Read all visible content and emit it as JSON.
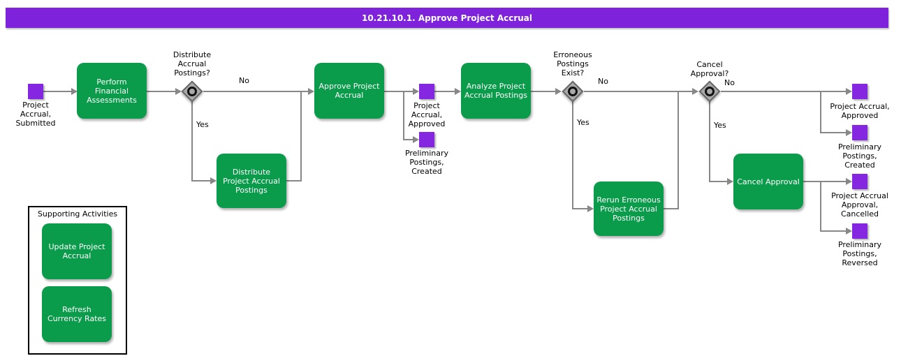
{
  "banner": {
    "title": "10.21.10.1. Approve Project Accrual"
  },
  "colors": {
    "banner_purple": "#7E22DC",
    "event_purple": "#8527E0",
    "task_green": "#0A9B4B",
    "connector_gray": "#878787",
    "gateway_gray": "#A9A9A9"
  },
  "edge_labels": {
    "yes": "Yes",
    "no": "No"
  },
  "nodes": {
    "start_event": {
      "label": "Project\nAccrual,\nSubmitted"
    },
    "task_perform": {
      "label": "Perform\nFinancial\nAssessments"
    },
    "gateway_distribute": {
      "question": "Distribute\nAccrual\nPostings?"
    },
    "task_distribute": {
      "label": "Distribute\nProject Accrual\nPostings"
    },
    "task_approve": {
      "label": "Approve Project\nAccrual"
    },
    "event_approved_mid": {
      "label": "Project\nAccrual,\nApproved"
    },
    "event_prelim_created_mid": {
      "label": "Preliminary\nPostings,\nCreated"
    },
    "task_analyze": {
      "label": "Analyze Project\nAccrual Postings"
    },
    "gateway_erroneous": {
      "question": "Erroneous\nPostings\nExist?"
    },
    "task_rerun": {
      "label": "Rerun Erroneous\nProject Accrual\nPostings"
    },
    "gateway_cancel": {
      "question": "Cancel\nApproval?"
    },
    "task_cancel": {
      "label": "Cancel Approval"
    },
    "event_approved_end": {
      "label": "Project Accrual,\nApproved"
    },
    "event_prelim_created_end": {
      "label": "Preliminary\nPostings,\nCreated"
    },
    "event_cancelled_end": {
      "label": "Project Accrual\nApproval,\nCancelled"
    },
    "event_prelim_reversed_end": {
      "label": "Preliminary\nPostings,\nReversed"
    }
  },
  "supporting": {
    "title": "Supporting Activities",
    "tasks": [
      {
        "label": "Update Project\nAccrual"
      },
      {
        "label": "Refresh\nCurrency Rates"
      }
    ]
  }
}
